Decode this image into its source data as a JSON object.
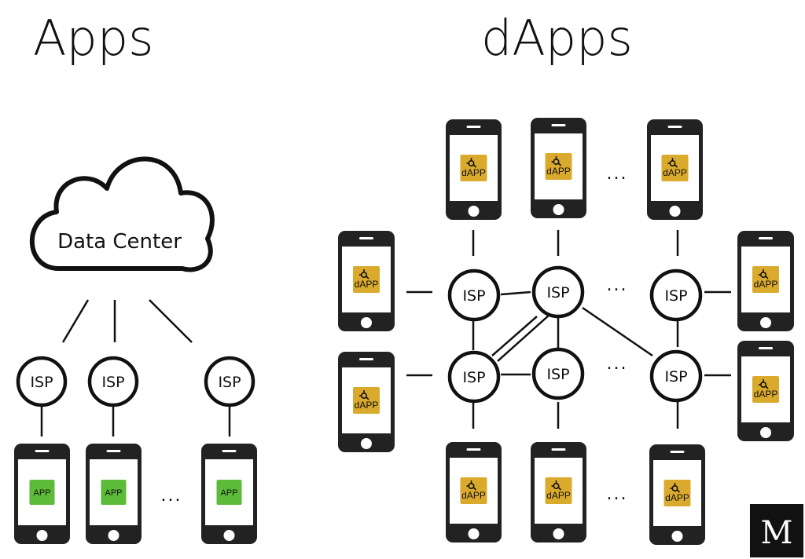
{
  "left": {
    "title": "Apps",
    "cloud_label": "Data Center",
    "isp_label": "ISP",
    "app_label": "APP",
    "ellipsis": "...",
    "app_color": "#5DBB3A"
  },
  "right": {
    "title": "dApps",
    "isp_label": "ISP",
    "dapp_label": "dAPP",
    "ellipsis": "...",
    "dapp_color": "#D9AA2C"
  },
  "logo": {
    "letter": "M"
  }
}
